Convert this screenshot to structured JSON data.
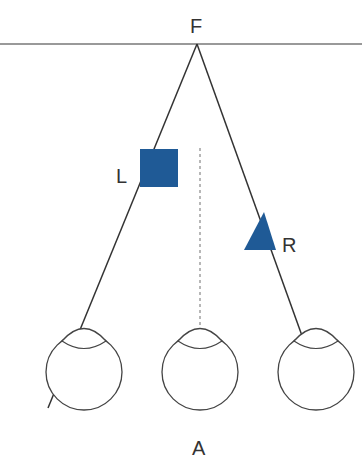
{
  "diagram": {
    "labels": [
      "F",
      "L",
      "R",
      "A"
    ]
  }
}
